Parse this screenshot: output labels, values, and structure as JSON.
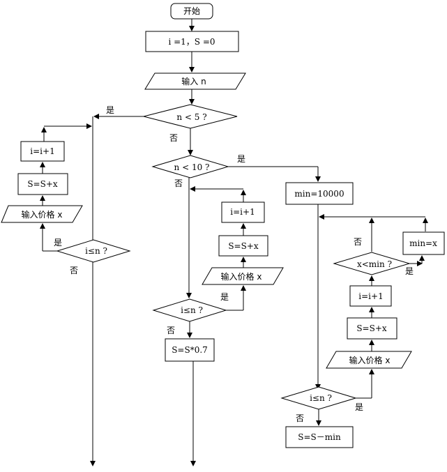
{
  "flowchart": {
    "start": "开始",
    "init": "i =1，S =0",
    "input_n": "输入  n",
    "cond_n5": "n < 5 ?",
    "yes_n5": "是",
    "no_n5": "否",
    "left": {
      "i_inc": "i=i+1",
      "s_add": "S=S+x",
      "input_price": "输入价格 x",
      "loop_cond": "i≤n  ?",
      "yes": "是",
      "no": "否"
    },
    "cond_n10": "n < 10  ?",
    "yes_n10": "是",
    "no_n10": "否",
    "middle": {
      "i_inc": "i=i+1",
      "s_add": "S=S+x",
      "input_price": "输入价格 x",
      "loop_cond": "i≤n  ?",
      "yes": "是",
      "no": "否",
      "discount": "S=S*0.7"
    },
    "right": {
      "min_init": "min=10000",
      "min_cond": "x<min  ?",
      "min_yes": "是",
      "min_no": "否",
      "min_assign": "min=x",
      "i_inc": "i=i+1",
      "s_add": "S=S+x",
      "input_price": "输入价格 x",
      "loop_cond": "i≤n  ?",
      "yes": "是",
      "no": "否",
      "final": "S=S－min"
    }
  }
}
